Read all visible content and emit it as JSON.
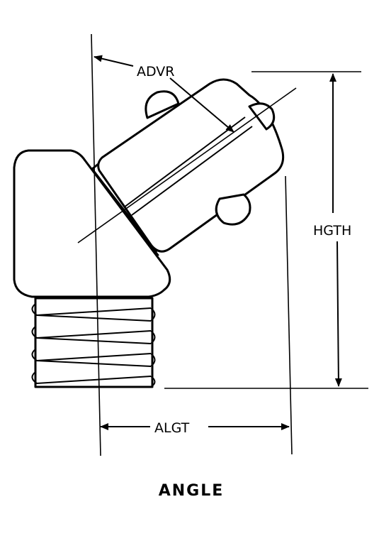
{
  "diagram": {
    "caption": "ANGLE",
    "dimensions": {
      "advr": "ADVR",
      "hgth": "HGTH",
      "algt": "ALGT"
    },
    "ink_color": "#000000",
    "background_color": "#ffffff"
  }
}
